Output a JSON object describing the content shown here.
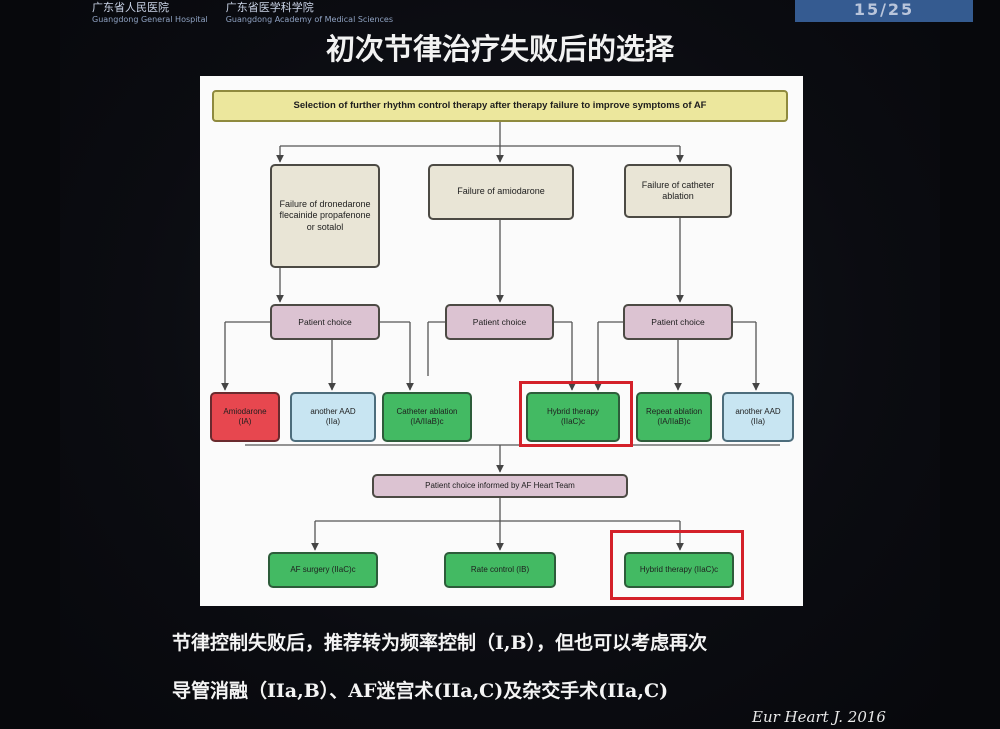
{
  "header": {
    "logo_left": "广东省人民医院",
    "logo_left_sub": "Guangdong General Hospital",
    "logo_right": "广东省医学科学院",
    "logo_right_sub": "Guangdong Academy of Medical Sciences",
    "corner_label": "15/25"
  },
  "slide_title": "初次节律治疗失败后的选择",
  "diagram": {
    "title": "Selection of further rhythm control therapy after therapy failure to improve symptoms of AF",
    "failures": [
      "Failure of dronedarone flecainide propafenone or sotalol",
      "Failure of amiodarone",
      "Failure of catheter ablation"
    ],
    "patient_choice": "Patient choice",
    "options": [
      {
        "label": "Amiodarone",
        "rec": "(IA)",
        "color": "#e7474f"
      },
      {
        "label": "another AAD",
        "rec": "(IIa)",
        "color": "#c8e5f2"
      },
      {
        "label": "Catheter ablation",
        "rec": "(IA/IIaB)c",
        "color": "#43ba63"
      },
      {
        "label": "Hybrid therapy",
        "rec": "(IIaC)c",
        "color": "#43ba63"
      },
      {
        "label": "Repeat ablation",
        "rec": "(IA/IIaB)c",
        "color": "#43ba63"
      },
      {
        "label": "another AAD",
        "rec": "(IIa)",
        "color": "#c8e5f2"
      }
    ],
    "heart_team": "Patient choice informed by AF Heart Team",
    "final_options": [
      "AF surgery (IIaC)c",
      "Rate control (IB)",
      "Hybrid therapy (IIaC)c"
    ],
    "highlight_color": "#d4212a"
  },
  "caption": {
    "line1": "节律控制失败后，推荐转为频率控制（I,B），但也可以考虑再次",
    "line2": "导管消融（IIa,B）、AF迷宫术(IIa,C)及杂交手术(IIa,C)"
  },
  "citation": "Eur Heart J. 2016"
}
